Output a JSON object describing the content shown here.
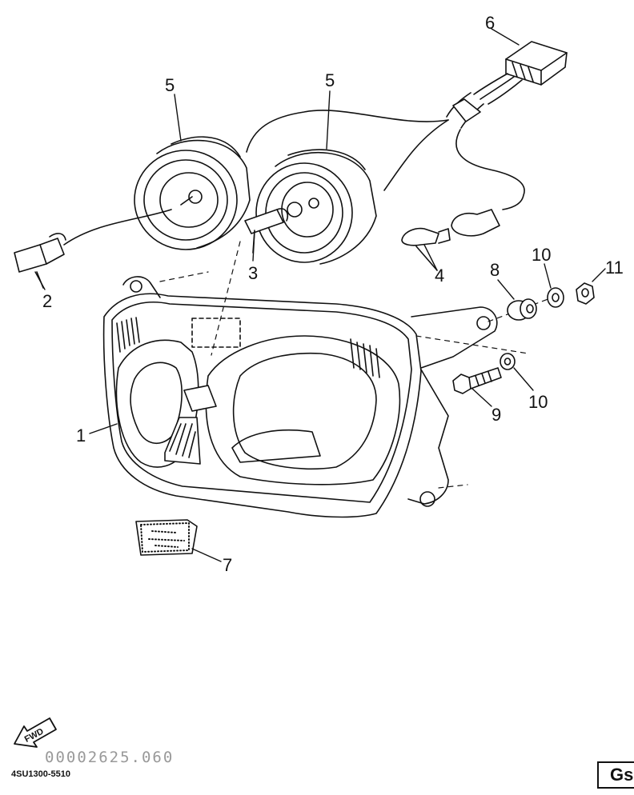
{
  "callouts": {
    "c1": "1",
    "c2": "2",
    "c3": "3",
    "c4": "4",
    "c5a": "5",
    "c5b": "5",
    "c6": "6",
    "c7": "7",
    "c8": "8",
    "c9": "9",
    "c10a": "10",
    "c10b": "10",
    "c11": "11"
  },
  "fwd_label": "FWD",
  "serial_text": "00002625.060",
  "drawing_code": "4SU1300-5510",
  "corner_tag": "Gs"
}
